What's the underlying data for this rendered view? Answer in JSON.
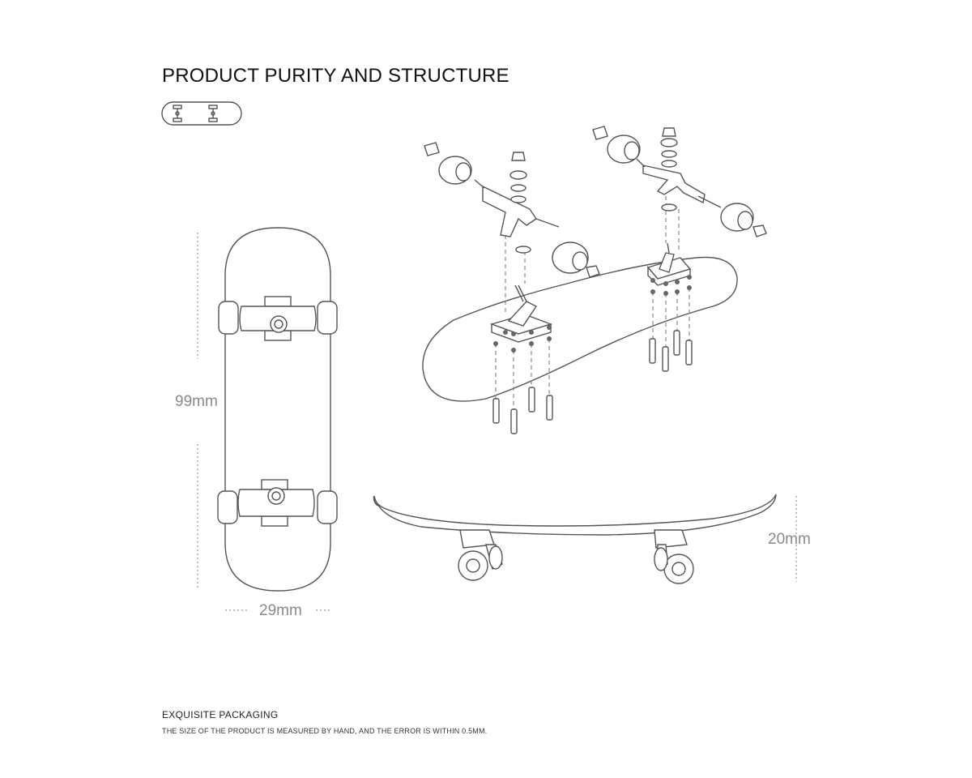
{
  "title": "PRODUCT PURITY AND STRUCTURE",
  "dimensions": {
    "length": "99mm",
    "width": "29mm",
    "height": "20mm"
  },
  "footer": {
    "heading": "EXQUISITE PACKAGING",
    "note": "THE SIZE OF THE PRODUCT IS MEASURED BY HAND, AND THE ERROR IS WITHIN 0.5MM."
  },
  "colors": {
    "line": "#555555",
    "dimension_text": "#8a8a8a",
    "background": "#ffffff"
  }
}
